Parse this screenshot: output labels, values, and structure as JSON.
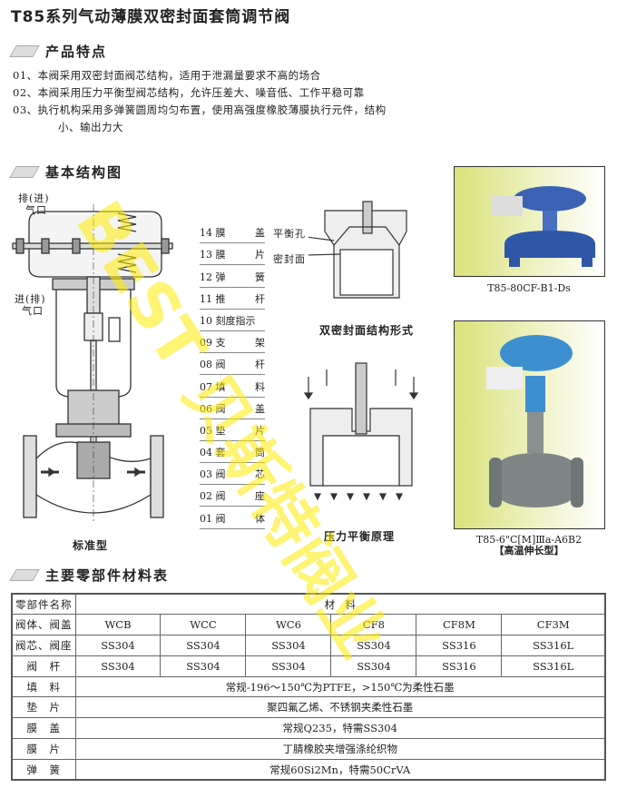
{
  "title": "T85系列气动薄膜双密封面套筒调节阀",
  "sections": {
    "features": "产品特点",
    "structure": "基本结构图",
    "materials": "主要零部件材料表"
  },
  "features": [
    "01、本阀采用双密封面阀芯结构，适用于泄漏量要求不高的场合",
    "02、本阀采用压力平衡型阀芯结构，允许压差大、噪音低、工作平稳可靠",
    "03、执行机构采用多弹簧圆周均匀布置，使用高强度橡胶薄膜执行元件，结构",
    "小、输出力大"
  ],
  "diagram": {
    "exhaust_port": [
      "排(进)",
      "气口"
    ],
    "intake_port": [
      "进(排)",
      "气口"
    ],
    "parts": [
      [
        "14 膜",
        "盖"
      ],
      [
        "13 膜",
        "片"
      ],
      [
        "12 弹",
        "簧"
      ],
      [
        "11 推",
        "杆"
      ],
      [
        "10 刻度指示",
        ""
      ],
      [
        "09 支",
        "架"
      ],
      [
        "08 阀",
        "杆"
      ],
      [
        "07 填",
        "料"
      ],
      [
        "06 阀",
        "盖"
      ],
      [
        "05 垫",
        "片"
      ],
      [
        "04 套",
        "筒"
      ],
      [
        "03 阀",
        "芯"
      ],
      [
        "02 阀",
        "座"
      ],
      [
        "01 阀",
        "体"
      ]
    ],
    "standard_caption": "标准型",
    "balance_hole": "平衡孔",
    "seal_face": "密封面",
    "double_seal_caption": "双密封面结构形式",
    "pressure_caption": "压力平衡原理"
  },
  "photos": [
    {
      "caption": "T85-80CF-B1-Ds"
    },
    {
      "caption": "T85-6\"C[M]Ⅲa-A6B2",
      "sub": "【高温伸长型】"
    }
  ],
  "watermark": "BEST 贝斯特阀业",
  "table": {
    "header": [
      "零部件名称",
      "材　料"
    ],
    "grade_rows": [
      {
        "name": "阀体、阀盖",
        "values": [
          "WCB",
          "WCC",
          "WC6",
          "CF8",
          "CF8M",
          "CF3M"
        ]
      },
      {
        "name": "阀芯、阀座",
        "values": [
          "SS304",
          "SS304",
          "SS304",
          "SS304",
          "SS316",
          "SS316L"
        ]
      },
      {
        "name": "阀　杆",
        "values": [
          "SS304",
          "SS304",
          "SS304",
          "SS304",
          "SS316",
          "SS316L"
        ]
      }
    ],
    "span_rows": [
      {
        "name": "填　料",
        "value": "常规-196～150℃为PTFE，>150℃为柔性石墨"
      },
      {
        "name": "垫　片",
        "value": "聚四氟乙烯、不锈钢夹柔性石墨"
      },
      {
        "name": "膜　盖",
        "value": "常规Q235，特需SS304"
      },
      {
        "name": "膜　片",
        "value": "丁腈橡胶夹增强涤纶织物"
      },
      {
        "name": "弹　簧",
        "value": "常规60Si2Mn，特需50CrVA"
      }
    ]
  }
}
